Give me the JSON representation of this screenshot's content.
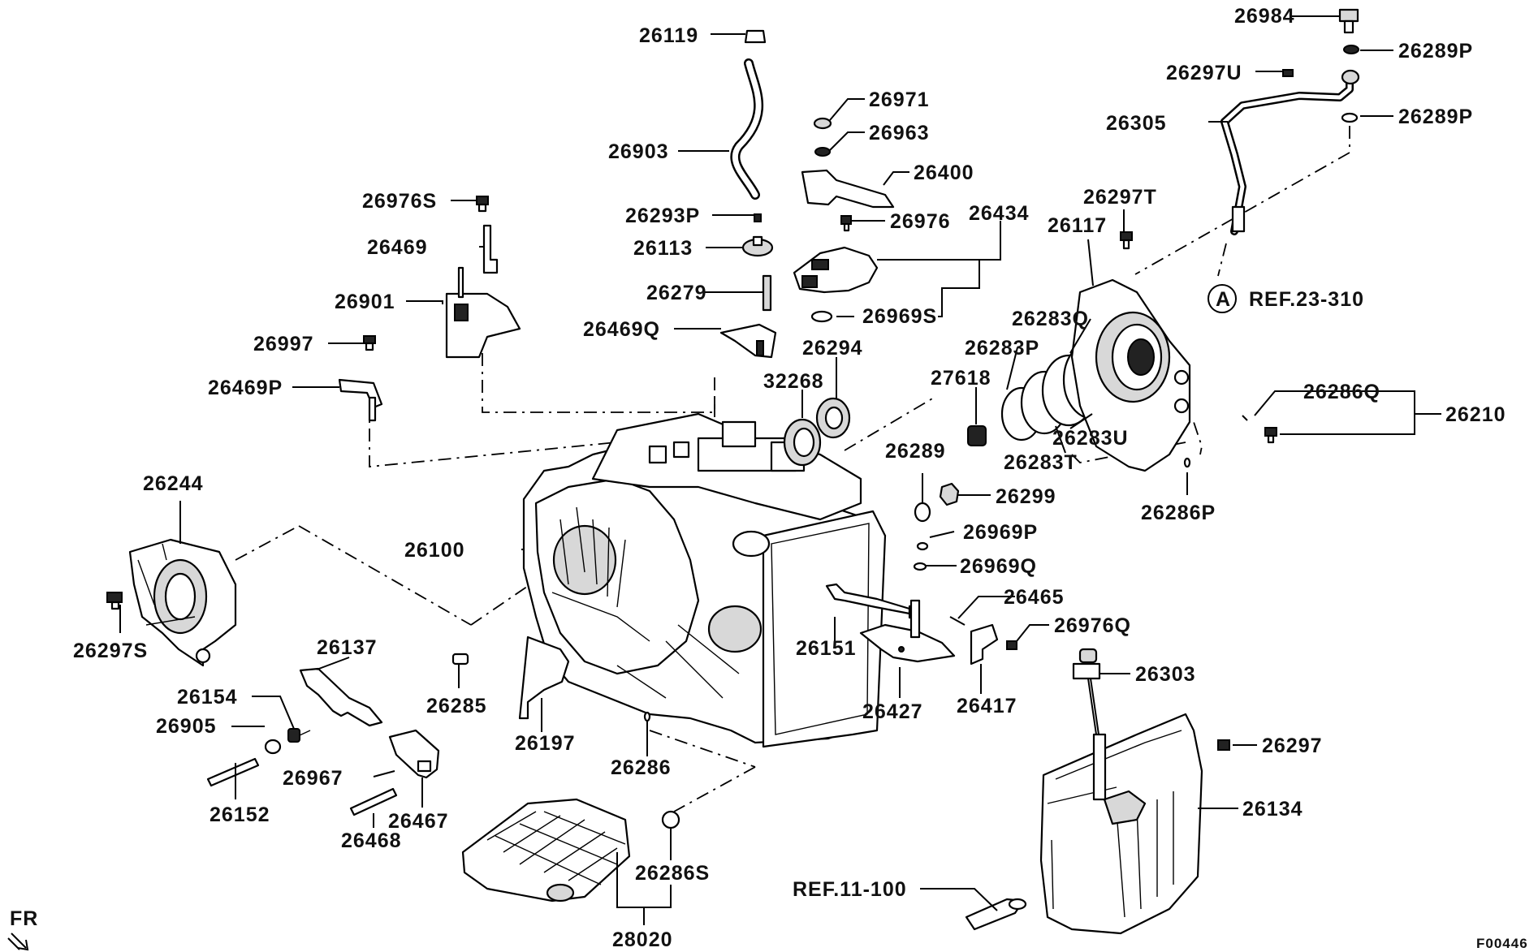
{
  "labels": {
    "p26984": "26984",
    "p26289P_a": "26289P",
    "p26297U": "26297U",
    "p26305": "26305",
    "p26289P_b": "26289P",
    "p26119": "26119",
    "p26971": "26971",
    "p26963": "26963",
    "p26903": "26903",
    "p26400": "26400",
    "p26976S": "26976S",
    "p26293P": "26293P",
    "p26976": "26976",
    "p26434": "26434",
    "p26297T": "26297T",
    "p26117": "26117",
    "p26469": "26469",
    "p26113": "26113",
    "p26901": "26901",
    "p26279": "26279",
    "p26969S": "26969S",
    "p26283Q": "26283Q",
    "p26469Q": "26469Q",
    "p26294": "26294",
    "p26283P": "26283P",
    "p26997": "26997",
    "p32268": "32268",
    "p27618": "27618",
    "p26469P": "26469P",
    "p26286Q": "26286Q",
    "p26210": "26210",
    "p26283U": "26283U",
    "p26289": "26289",
    "p26283T": "26283T",
    "p26244": "26244",
    "p26299": "26299",
    "p26286P": "26286P",
    "p26969P": "26969P",
    "p26100": "26100",
    "p26969Q": "26969Q",
    "p26465": "26465",
    "p26297S": "26297S",
    "p26976Q": "26976Q",
    "p26137": "26137",
    "p26151": "26151",
    "p26303": "26303",
    "p26154": "26154",
    "p26285": "26285",
    "p26427": "26427",
    "p26417": "26417",
    "p26905": "26905",
    "p26197": "26197",
    "p26297": "26297",
    "p26286": "26286",
    "p26967": "26967",
    "p26134": "26134",
    "p26152": "26152",
    "p26467": "26467",
    "p26468": "26468",
    "p26286S": "26286S",
    "p28020": "28020"
  },
  "refs": {
    "circle_letter": "A",
    "ref_23_310": "REF.23-310",
    "ref_11_100": "REF.11-100"
  },
  "orientation": {
    "fr_label": "FR"
  },
  "figure_id": "F00446"
}
